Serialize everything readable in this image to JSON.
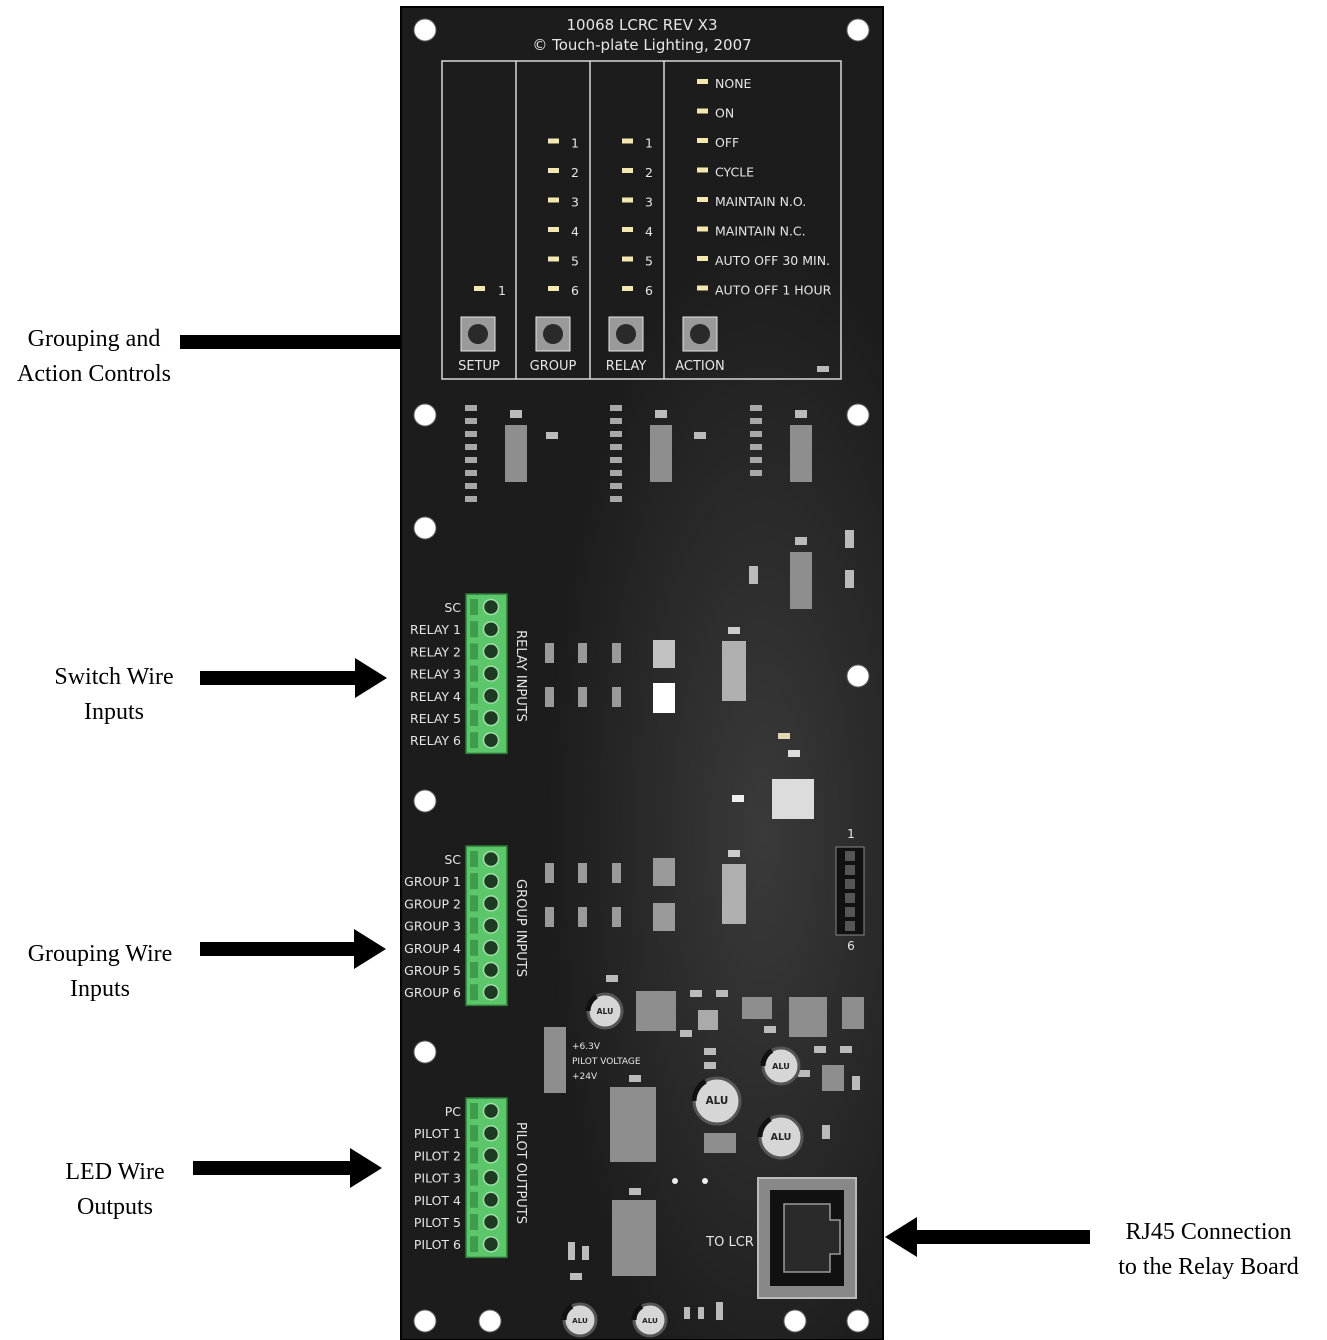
{
  "board": {
    "title": "10068 LCRC REV X3",
    "copyright": "© Touch-plate Lighting, 2007",
    "columns": {
      "setup": {
        "button": "SETUP",
        "leds": [
          "1"
        ]
      },
      "group": {
        "button": "GROUP",
        "leds": [
          "1",
          "2",
          "3",
          "4",
          "5",
          "6"
        ]
      },
      "relay": {
        "button": "RELAY",
        "leds": [
          "1",
          "2",
          "3",
          "4",
          "5",
          "6"
        ]
      },
      "action": {
        "button": "ACTION",
        "leds": [
          "NONE",
          "ON",
          "OFF",
          "CYCLE",
          "MAINTAIN N.O.",
          "MAINTAIN N.C.",
          "AUTO OFF 30 MIN.",
          "AUTO OFF 1 HOUR"
        ]
      }
    },
    "relay_inputs": {
      "label": "RELAY INPUTS",
      "pins": [
        "SC",
        "RELAY 1",
        "RELAY 2",
        "RELAY 3",
        "RELAY 4",
        "RELAY 5",
        "RELAY 6"
      ]
    },
    "group_inputs": {
      "label": "GROUP INPUTS",
      "pins": [
        "SC",
        "GROUP 1",
        "GROUP 2",
        "GROUP 3",
        "GROUP 4",
        "GROUP 5",
        "GROUP 6"
      ]
    },
    "pilot_outputs": {
      "label": "PILOT OUTPUTS",
      "pins": [
        "PC",
        "PILOT 1",
        "PILOT 2",
        "PILOT 3",
        "PILOT 4",
        "PILOT 5",
        "PILOT 6"
      ]
    },
    "header_pins": {
      "top": "1",
      "bottom": "6"
    },
    "jumper": {
      "top": "+6.3V",
      "middle": "PILOT VOLTAGE",
      "bottom": "+24V"
    },
    "capacitor_label": "ALU",
    "rj45_label": "TO LCR"
  },
  "annotations": {
    "grouping_action": [
      "Grouping and",
      "Action Controls"
    ],
    "switch_wire": [
      "Switch Wire",
      "Inputs"
    ],
    "grouping_wire": [
      "Grouping Wire",
      "Inputs"
    ],
    "led_wire": [
      "LED Wire",
      "Outputs"
    ],
    "rj45": [
      "RJ45 Connection",
      "to the Relay Board"
    ]
  },
  "colors": {
    "board": "#1c1c1c",
    "connector": "#5bc76a",
    "component": "#8e8e8e",
    "led": "#f3e8b0",
    "silkscreen": "#e6e6e6"
  }
}
